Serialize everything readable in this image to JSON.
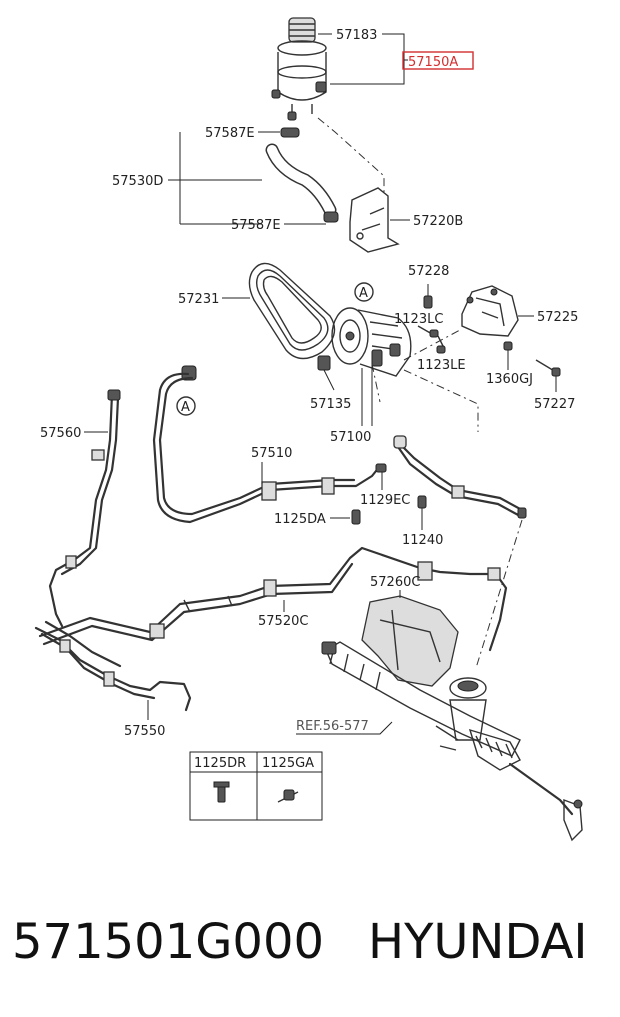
{
  "highlight_color": "#d32f2f",
  "labels": {
    "p57183": "57183",
    "p57150A": "57150A",
    "p57587E_top": "57587E",
    "p57530D": "57530D",
    "p57587E_bottom": "57587E",
    "p57220B": "57220B",
    "p57228": "57228",
    "p57231": "57231",
    "p1123LC": "1123LC",
    "p57225": "57225",
    "p1123LE": "1123LE",
    "p1360GJ": "1360GJ",
    "p57135": "57135",
    "p57227": "57227",
    "p57100": "57100",
    "p57560": "57560",
    "p57510": "57510",
    "p1129EC": "1129EC",
    "p1125DA": "1125DA",
    "p11240": "11240",
    "p57260C": "57260C",
    "p57520C": "57520C",
    "p57550": "57550",
    "ref": "REF.56-577",
    "callout_a1": "A",
    "callout_a2": "A"
  },
  "legend_table": {
    "col1": "1125DR",
    "col2": "1125GA"
  },
  "footer": {
    "part_number": "571501G000",
    "brand": "HYUNDAI"
  }
}
